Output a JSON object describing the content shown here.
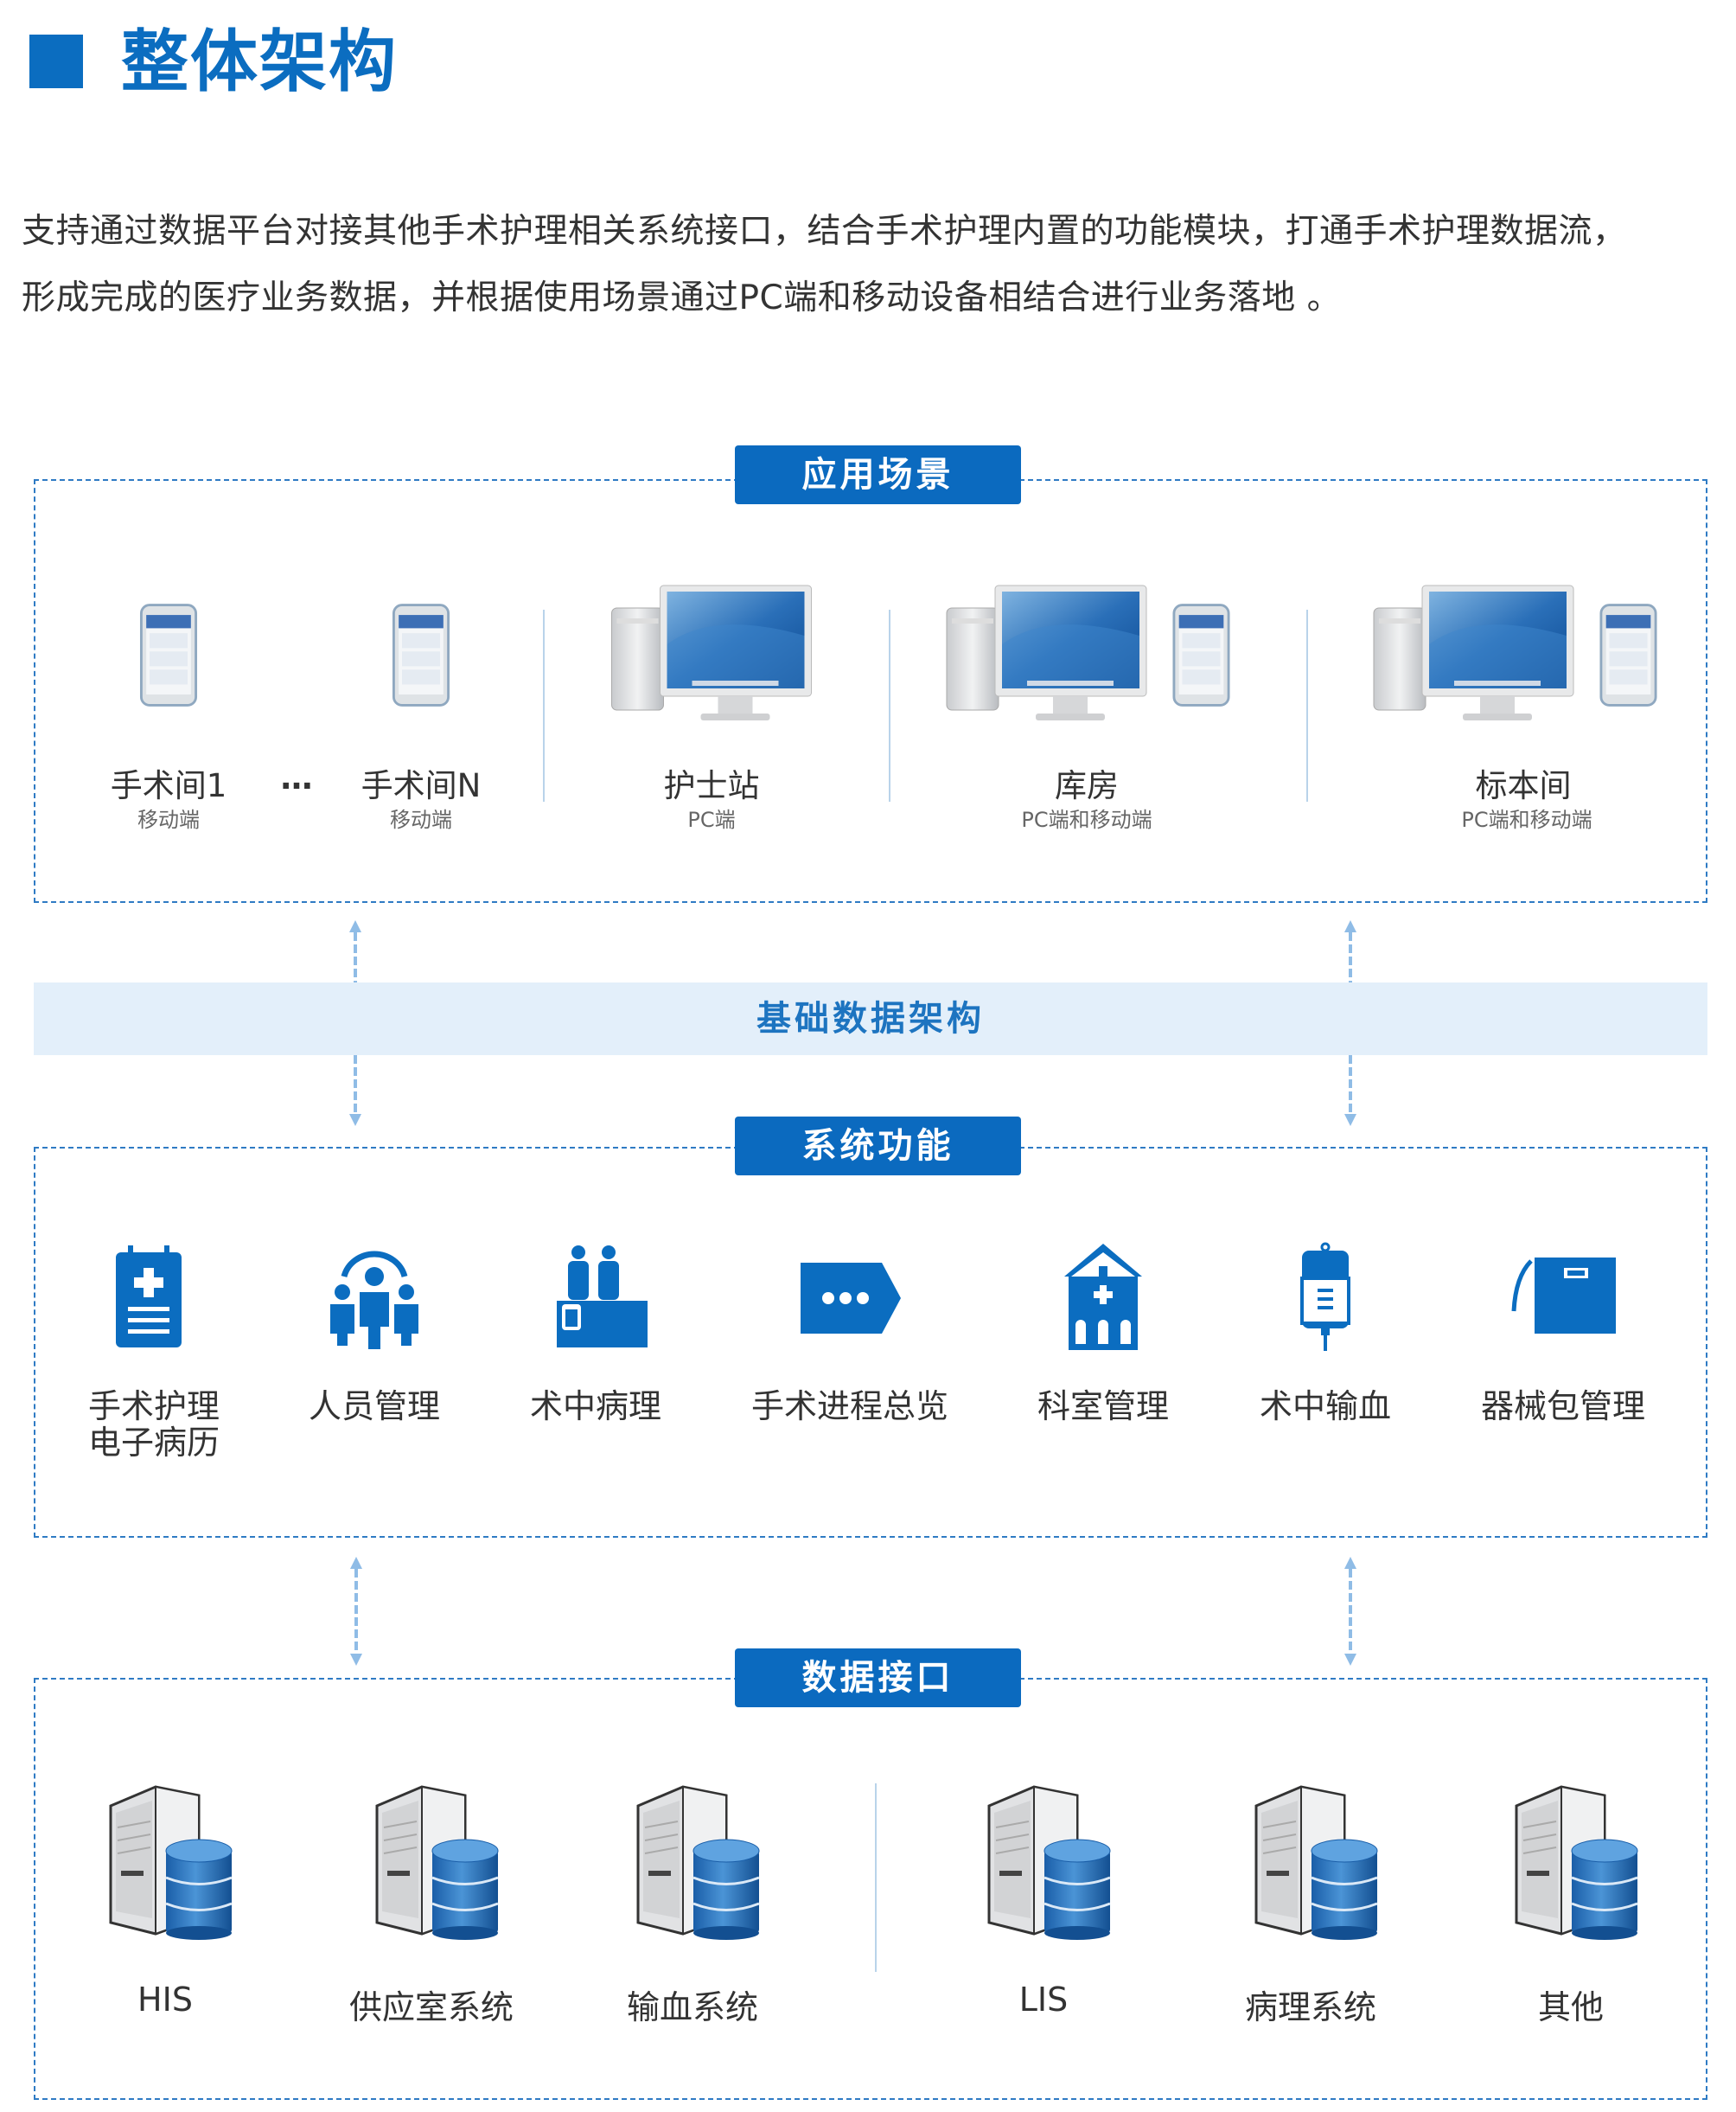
{
  "header": {
    "title": "整体架构",
    "intro_lines": [
      "支持通过数据平台对接其他手术护理相关系统接口，结合手术护理内置的功能模块，打通手术护理数据流，",
      "形成完成的医疗业务数据，并根据使用场景通过PC端和移动设备相结合进行业务落地 。"
    ]
  },
  "scenarios": {
    "label": "应用场景",
    "ellipsis": "…",
    "items": [
      {
        "name": "手术间1",
        "sub": "移动端",
        "icon": "phone-icon"
      },
      {
        "name": "手术间N",
        "sub": "移动端",
        "icon": "phone-icon"
      },
      {
        "name": "护士站",
        "sub": "PC端",
        "icon": "desktop-pc-icon"
      },
      {
        "name": "库房",
        "sub": "PC端和移动端",
        "icon": "desktop-pc-and-phone-icon"
      },
      {
        "name": "标本间",
        "sub": "PC端和移动端",
        "icon": "desktop-pc-and-phone-icon"
      }
    ]
  },
  "infrastructure": {
    "label": "基础数据架构"
  },
  "functions": {
    "label": "系统功能",
    "items": [
      {
        "line1": "手术护理",
        "line2": "电子病历",
        "icon": "medical-record-icon"
      },
      {
        "line1": "人员管理",
        "line2": "",
        "icon": "people-icon"
      },
      {
        "line1": "术中病理",
        "line2": "",
        "icon": "pathology-icon"
      },
      {
        "line1": "手术进程总览",
        "line2": "",
        "icon": "progress-tag-icon"
      },
      {
        "line1": "科室管理",
        "line2": "",
        "icon": "hospital-icon"
      },
      {
        "line1": "术中输血",
        "line2": "",
        "icon": "blood-bag-icon"
      },
      {
        "line1": "器械包管理",
        "line2": "",
        "icon": "instrument-box-icon"
      }
    ]
  },
  "interfaces": {
    "label": "数据接口",
    "items": [
      "HIS",
      "供应室系统",
      "输血系统",
      "LIS",
      "病理系统",
      "其他"
    ]
  },
  "colors": {
    "brand": "#0b6dc0",
    "band": "#e3effa",
    "dash": "#2f7bc4",
    "arrow": "#8fbce6"
  }
}
